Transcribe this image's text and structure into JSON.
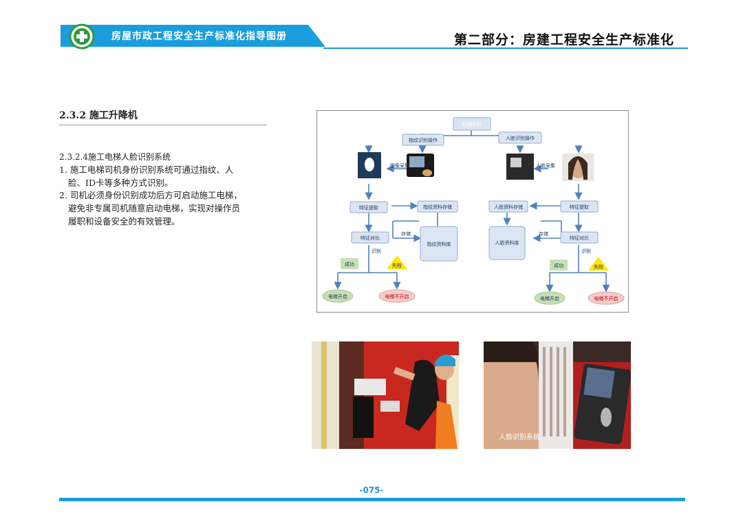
{
  "header": {
    "book_title": "房屋市政工程安全生产标准化指导图册",
    "part_title": "第二部分：房建工程安全生产标准化",
    "logo_icon": "green-cross-safety-icon",
    "accent_color": "#1a9ddc"
  },
  "section": {
    "title": "2.3.2 施工升降机",
    "subtitle": "2.3.2.4施工电梯人脸识别系统",
    "items": [
      {
        "line1": "1. 施工电梯司机身份识别系统可通过指纹、人",
        "line2": "脸、ID卡等多种方式识别。"
      },
      {
        "line1": "2. 司机必须身份识别成功后方可启动施工电梯，",
        "line2": "避免非专属司机随意启动电梯，实现对操作员",
        "line3": "履职和设备安全的有效管理。"
      }
    ]
  },
  "diagram": {
    "root": "目镜开机",
    "left": {
      "op": "指纹识别操作",
      "capture": "图像采集",
      "extract": "特征提取",
      "store_box": "指纹资料存储",
      "compare": "特征对比",
      "store_label": "存储",
      "db": "指纹资料库",
      "identify": "识别",
      "success": "成功",
      "fail": "失败",
      "open": "电梯开启",
      "not_open": "电梯不开启"
    },
    "right": {
      "op": "人脸识别操作",
      "capture": "人脸采集",
      "extract": "特征提取",
      "store_box": "人脸资料存储",
      "compare": "特征对比",
      "store_label": "存储",
      "db": "人脸资料库",
      "identify": "识别",
      "success": "成功",
      "fail": "失败",
      "open": "电梯开启",
      "not_open": "电梯不开启"
    }
  },
  "photos": {
    "photo2_caption": "人脸识别系统"
  },
  "footer": {
    "page_number": "-075-"
  }
}
